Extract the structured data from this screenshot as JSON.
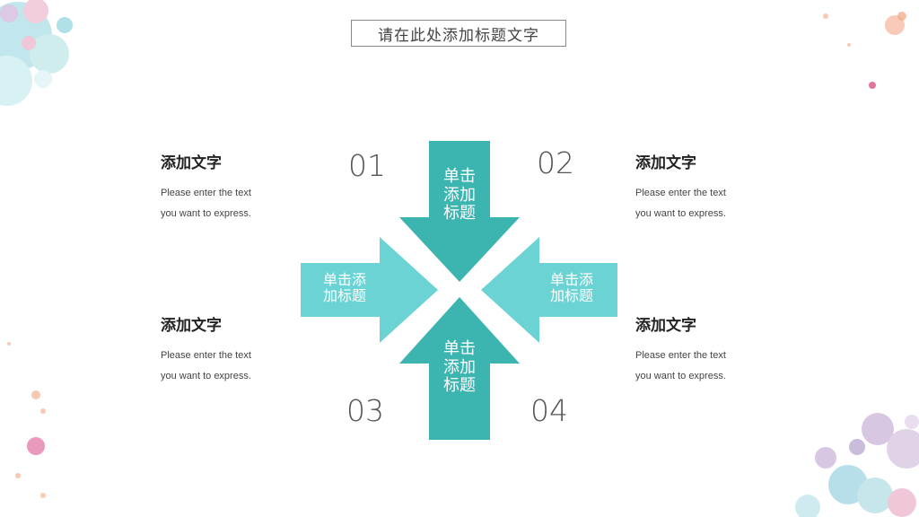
{
  "slide": {
    "title": "请在此处添加标题文字"
  },
  "numbers": {
    "n1": "01",
    "n2": "02",
    "n3": "03",
    "n4": "04"
  },
  "arrows": {
    "top": [
      "单击",
      "添加",
      "标题"
    ],
    "bottom": [
      "单击",
      "添加",
      "标题"
    ],
    "left": [
      "单击添",
      "加标题"
    ],
    "right": [
      "单击添",
      "加标题"
    ]
  },
  "blocks": {
    "top_left": {
      "title": "添加文字",
      "line1": "Please enter the text",
      "line2": "you want to express."
    },
    "top_right": {
      "title": "添加文字",
      "line1": "Please enter the text",
      "line2": "you want to express."
    },
    "bottom_left": {
      "title": "添加文字",
      "line1": "Please enter the text",
      "line2": "you want to express."
    },
    "bottom_right": {
      "title": "添加文字",
      "line1": "Please enter the text",
      "line2": "you want to express."
    }
  },
  "colors": {
    "dark_teal": "#3cb5b1",
    "light_teal": "#6cd3d4",
    "splash_pink": "#e58fb3",
    "splash_purple": "#b79acb",
    "splash_blue": "#7cc6d9",
    "splash_orange": "#f4a57e"
  }
}
